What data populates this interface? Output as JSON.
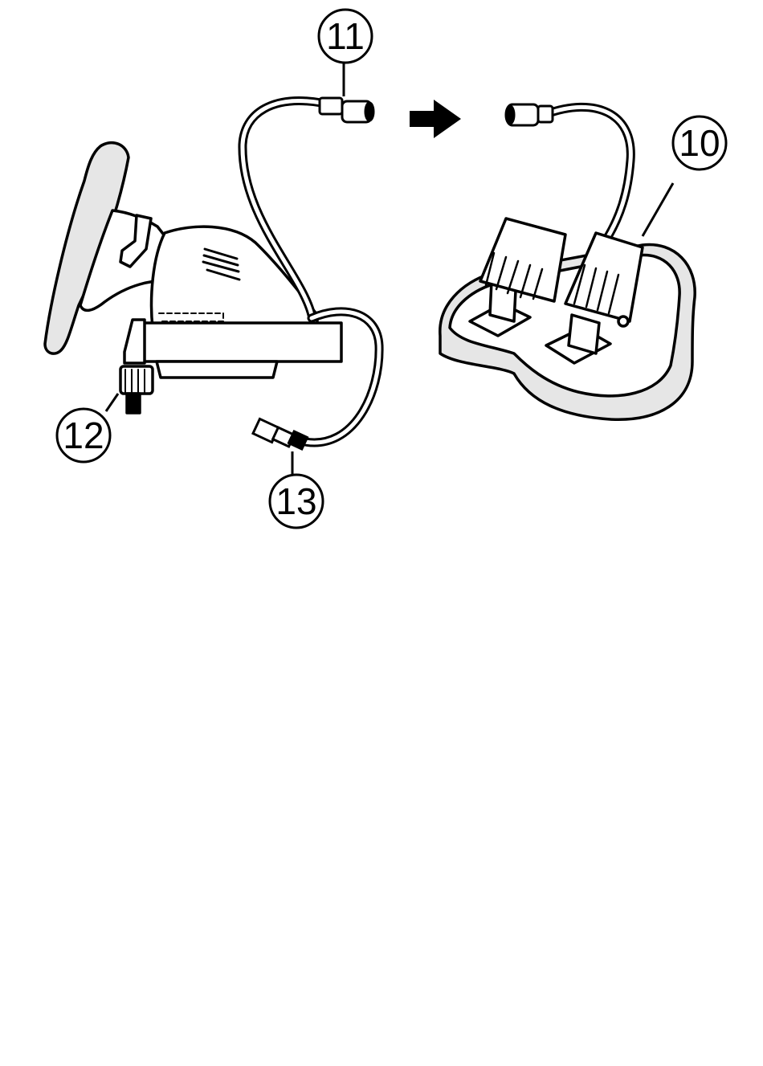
{
  "callouts": {
    "pedal_unit": "10",
    "pedal_connector": "11",
    "clamp_screw": "12",
    "usb_connector": "13"
  },
  "colors": {
    "ink": "#000000",
    "body_shade": "#e6e6e6",
    "paper": "#ffffff"
  },
  "icons": {
    "connect_direction": "arrow-right-icon"
  }
}
